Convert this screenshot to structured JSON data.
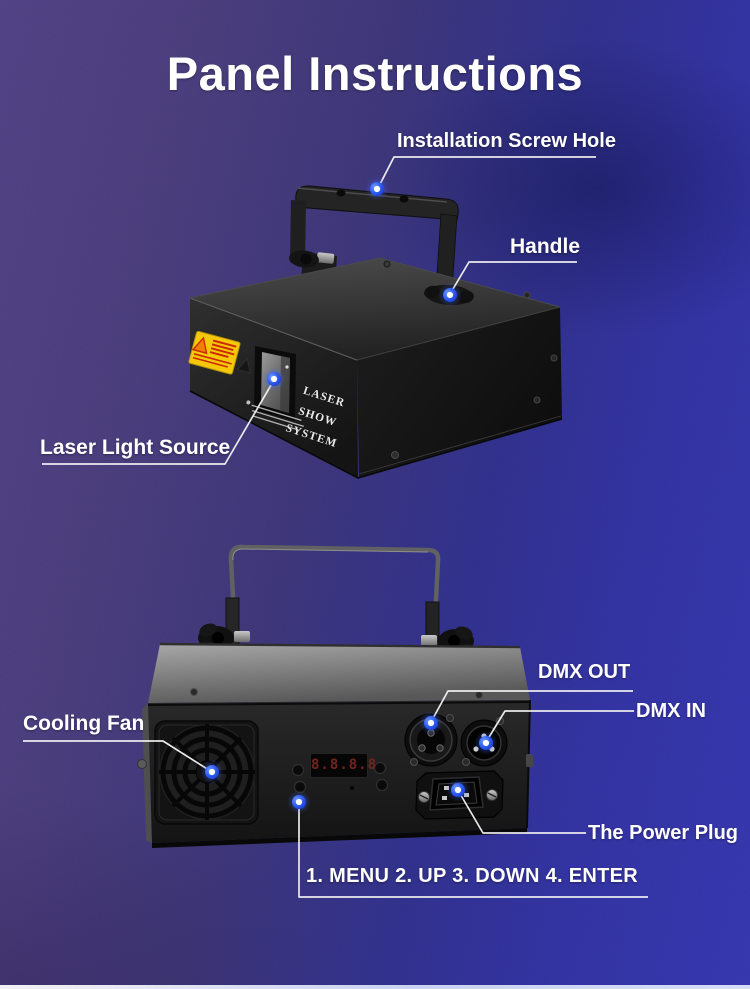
{
  "title": "Panel Instructions",
  "labels": {
    "installation_screw_hole": "Installation Screw Hole",
    "handle": "Handle",
    "laser_light_source": "Laser Light Source",
    "cooling_fan": "Cooling Fan",
    "dmx_out": "DMX OUT",
    "dmx_in": "DMX IN",
    "power_plug": "The Power Plug",
    "menu_buttons": "1. MENU 2. UP 3. DOWN 4. ENTER"
  },
  "device": {
    "brand_line1": "LASER SHOW",
    "brand_line2": "SYSTEM",
    "led_display": "8.8.8.8"
  },
  "colors": {
    "background_purple": "#4e4080",
    "background_blue": "#3435ab",
    "marker_blue": "#2b59f0",
    "callout_line": "#f4f4f4",
    "warning_label_yellow": "#f6c80a",
    "led_red": "#71241f"
  }
}
